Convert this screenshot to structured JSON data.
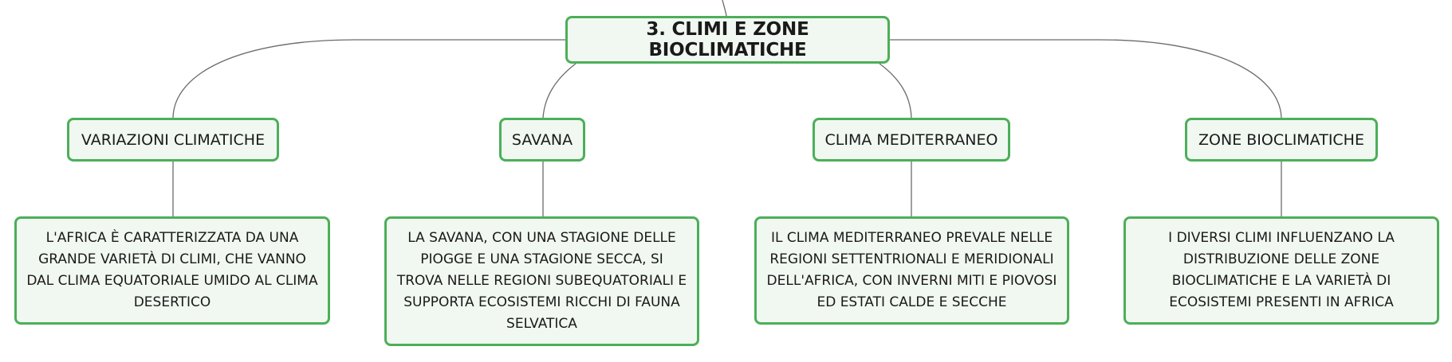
{
  "root": {
    "title": "3. CLIMI E ZONE BIOCLIMATICHE"
  },
  "categories": [
    {
      "label": "VARIAZIONI CLIMATICHE"
    },
    {
      "label": "SAVANA"
    },
    {
      "label": "CLIMA MEDITERRANEO"
    },
    {
      "label": "ZONE BIOCLIMATICHE"
    }
  ],
  "details": [
    {
      "text": "L'AFRICA È CARATTERIZZATA DA UNA GRANDE VARIETÀ DI CLIMI, CHE VANNO DAL CLIMA EQUATORIALE UMIDO AL CLIMA DESERTICO"
    },
    {
      "text": "LA SAVANA, CON UNA STAGIONE DELLE PIOGGE E UNA STAGIONE SECCA, SI TROVA NELLE REGIONI SUBEQUATORIALI E SUPPORTA ECOSISTEMI RICCHI DI FAUNA SELVATICA"
    },
    {
      "text": "IL CLIMA MEDITERRANEO PREVALE NELLE REGIONI SETTENTRIONALI E MERIDIONALI DELL'AFRICA, CON INVERNI MITI E PIOVOSI ED ESTATI CALDE E SECCHE"
    },
    {
      "text": "I DIVERSI CLIMI INFLUENZANO LA DISTRIBUZIONE DELLE ZONE BIOCLIMATICHE E LA VARIETÀ DI ECOSISTEMI PRESENTI IN AFRICA"
    }
  ],
  "colors": {
    "node_border": "#4caf59",
    "node_fill": "#f1f8f1",
    "connector": "#6b6b6b",
    "text": "#1a1a1a"
  }
}
